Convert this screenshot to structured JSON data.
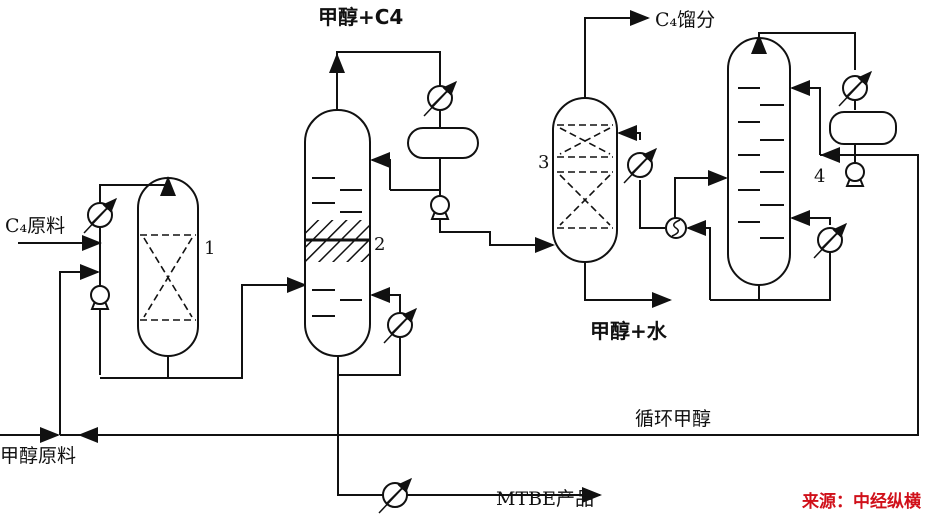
{
  "labels": {
    "methanol_c4": "甲醇+C4",
    "c4_fraction": "C₄馏分",
    "c4_feed": "C₄原料",
    "methanol_water": "甲醇+水",
    "recycle_methanol": "循环甲醇",
    "methanol_feed": "甲醇原料",
    "mtbe_product": "MTBE产品",
    "source": "来源：中经纵横"
  },
  "units": [
    "1",
    "2",
    "3",
    "4"
  ],
  "colors": {
    "line": "#111111",
    "source": "#d0101a"
  }
}
